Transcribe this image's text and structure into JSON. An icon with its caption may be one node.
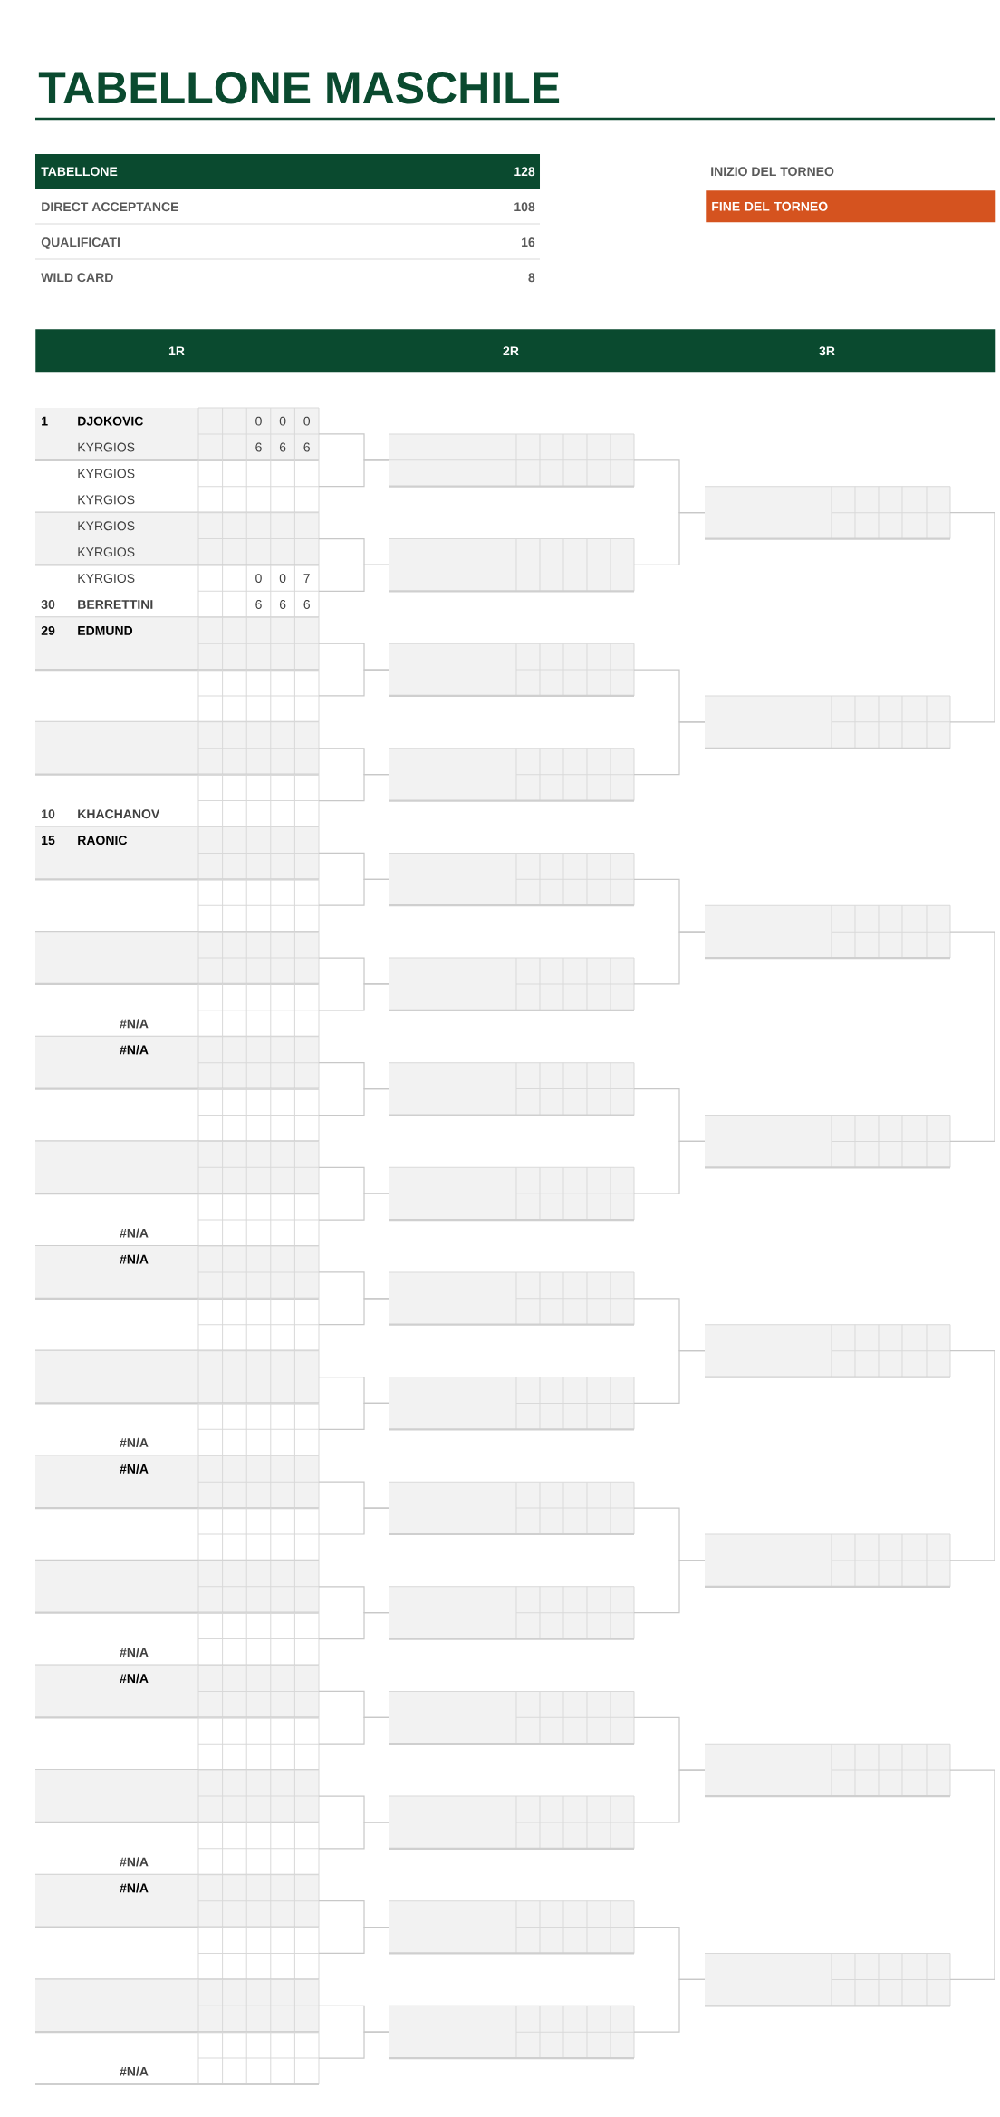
{
  "diagram": {
    "title": "TABELLONE MASCHILE",
    "nodes": [
      {
        "text": [
          "FINE DEL TORNEO"
        ]
      },
      {
        "text": [
          "1R",
          "2R",
          "3R"
        ]
      },
      {
        "text": [
          "1",
          "DJOKOVIC",
          "0",
          "0",
          "0",
          "KYRGIOS",
          "6",
          "6",
          "6"
        ]
      },
      {
        "text": [
          "KYRGIOS",
          "KYRGIOS"
        ]
      },
      {
        "text": [
          "KYRGIOS",
          "KYRGIOS"
        ]
      },
      {
        "text": [
          "KYRGIOS",
          "0",
          "0",
          "7",
          "30",
          "BERRETTINI",
          "6",
          "6",
          "6"
        ]
      },
      {
        "text": [
          "29",
          "EDMUND"
        ]
      },
      {
        "text": [],
        "shape": "box"
      },
      {
        "text": [],
        "shape": "box"
      },
      {
        "text": [
          "10",
          "KHACHANOV"
        ]
      },
      {
        "text": [
          "15",
          "RAONIC"
        ]
      },
      {
        "text": [],
        "shape": "box"
      },
      {
        "text": [],
        "shape": "box"
      },
      {
        "text": [
          "#N/A"
        ]
      },
      {
        "text": [
          "#N/A"
        ]
      },
      {
        "text": [],
        "shape": "box"
      },
      {
        "text": [],
        "shape": "box"
      },
      {
        "text": [
          "#N/A"
        ]
      },
      {
        "text": [
          "#N/A"
        ]
      },
      {
        "text": [],
        "shape": "box"
      },
      {
        "text": [],
        "shape": "box"
      },
      {
        "text": [
          "#N/A"
        ]
      },
      {
        "text": [
          "#N/A"
        ]
      },
      {
        "text": [],
        "shape": "box"
      },
      {
        "text": [],
        "shape": "box"
      },
      {
        "text": [
          "#N/A"
        ]
      },
      {
        "text": [
          "#N/A"
        ]
      },
      {
        "text": [],
        "shape": "box"
      },
      {
        "text": [],
        "shape": "box"
      },
      {
        "text": [
          "#N/A"
        ]
      },
      {
        "text": [
          "#N/A"
        ]
      },
      {
        "text": [],
        "shape": "box"
      },
      {
        "text": [],
        "shape": "box"
      },
      {
        "text": [
          "#N/A"
        ]
      },
      {
        "text": [],
        "shape": "box"
      },
      {
        "text": [],
        "shape": "box"
      },
      {
        "text": [],
        "shape": "box"
      },
      {
        "text": [],
        "shape": "box"
      },
      {
        "text": [],
        "shape": "box"
      },
      {
        "text": [],
        "shape": "box"
      },
      {
        "text": [],
        "shape": "box"
      },
      {
        "text": [],
        "shape": "box"
      },
      {
        "text": [],
        "shape": "box"
      },
      {
        "text": [],
        "shape": "box"
      },
      {
        "text": [],
        "shape": "box"
      },
      {
        "text": [],
        "shape": "box"
      },
      {
        "text": [],
        "shape": "box"
      },
      {
        "text": [],
        "shape": "box"
      },
      {
        "text": [],
        "shape": "box"
      },
      {
        "text": [],
        "shape": "box"
      },
      {
        "text": [],
        "shape": "box"
      },
      {
        "text": [],
        "shape": "box"
      },
      {
        "text": [],
        "shape": "box"
      },
      {
        "text": [],
        "shape": "box"
      },
      {
        "text": [],
        "shape": "box"
      },
      {
        "text": [],
        "shape": "box"
      },
      {
        "text": [],
        "shape": "box"
      },
      {
        "text": [],
        "shape": "box"
      }
    ],
    "edges": [
      {
        "from": 2,
        "to": 34,
        "arrow": "none"
      },
      {
        "from": 3,
        "to": 34,
        "arrow": "none"
      },
      {
        "from": 4,
        "to": 35,
        "arrow": "none"
      },
      {
        "from": 5,
        "to": 35,
        "arrow": "none"
      },
      {
        "from": 6,
        "to": 36,
        "arrow": "none"
      },
      {
        "from": 7,
        "to": 36,
        "arrow": "none"
      },
      {
        "from": 8,
        "to": 37,
        "arrow": "none"
      },
      {
        "from": 9,
        "to": 37,
        "arrow": "none"
      },
      {
        "from": 10,
        "to": 38,
        "arrow": "none"
      },
      {
        "from": 11,
        "to": 38,
        "arrow": "none"
      },
      {
        "from": 12,
        "to": 39,
        "arrow": "none"
      },
      {
        "from": 13,
        "to": 39,
        "arrow": "none"
      },
      {
        "from": 14,
        "to": 40,
        "arrow": "none"
      },
      {
        "from": 15,
        "to": 40,
        "arrow": "none"
      },
      {
        "from": 16,
        "to": 41,
        "arrow": "none"
      },
      {
        "from": 17,
        "to": 41,
        "arrow": "none"
      },
      {
        "from": 18,
        "to": 42,
        "arrow": "none"
      },
      {
        "from": 19,
        "to": 42,
        "arrow": "none"
      },
      {
        "from": 20,
        "to": 43,
        "arrow": "none"
      },
      {
        "from": 21,
        "to": 43,
        "arrow": "none"
      },
      {
        "from": 22,
        "to": 44,
        "arrow": "none"
      },
      {
        "from": 23,
        "to": 44,
        "arrow": "none"
      },
      {
        "from": 24,
        "to": 45,
        "arrow": "none"
      },
      {
        "from": 25,
        "to": 45,
        "arrow": "none"
      },
      {
        "from": 26,
        "to": 46,
        "arrow": "none"
      },
      {
        "from": 27,
        "to": 46,
        "arrow": "none"
      },
      {
        "from": 28,
        "to": 47,
        "arrow": "none"
      },
      {
        "from": 29,
        "to": 47,
        "arrow": "none"
      },
      {
        "from": 30,
        "to": 48,
        "arrow": "none"
      },
      {
        "from": 31,
        "to": 48,
        "arrow": "none"
      },
      {
        "from": 32,
        "to": 49,
        "arrow": "none"
      },
      {
        "from": 33,
        "to": 49,
        "arrow": "none"
      },
      {
        "from": 34,
        "to": 50,
        "arrow": "none"
      },
      {
        "from": 35,
        "to": 50,
        "arrow": "none"
      },
      {
        "from": 36,
        "to": 51,
        "arrow": "none"
      },
      {
        "from": 37,
        "to": 51,
        "arrow": "none"
      },
      {
        "from": 38,
        "to": 52,
        "arrow": "none"
      },
      {
        "from": 39,
        "to": 52,
        "arrow": "none"
      },
      {
        "from": 40,
        "to": 53,
        "arrow": "none"
      },
      {
        "from": 41,
        "to": 53,
        "arrow": "none"
      },
      {
        "from": 42,
        "to": 54,
        "arrow": "none"
      },
      {
        "from": 43,
        "to": 54,
        "arrow": "none"
      },
      {
        "from": 44,
        "to": 55,
        "arrow": "none"
      },
      {
        "from": 45,
        "to": 55,
        "arrow": "none"
      },
      {
        "from": 46,
        "to": 56,
        "arrow": "none"
      },
      {
        "from": 47,
        "to": 56,
        "arrow": "none"
      },
      {
        "from": 48,
        "to": 57,
        "arrow": "none"
      },
      {
        "from": 49,
        "to": 57,
        "arrow": "none"
      },
      {
        "from": 50,
        "to": 51,
        "arrow": "none"
      },
      {
        "from": 52,
        "to": 53,
        "arrow": "none"
      },
      {
        "from": 54,
        "to": 55,
        "arrow": "none"
      },
      {
        "from": 56,
        "to": 57,
        "arrow": "none"
      }
    ],
    "labels": [
      "TABELLONE",
      "128",
      "DIRECT ACCEPTANCE",
      "108",
      "QUALIFICATI",
      "16",
      "WILD CARD",
      "8",
      "INIZIO DEL TORNEO"
    ]
  }
}
